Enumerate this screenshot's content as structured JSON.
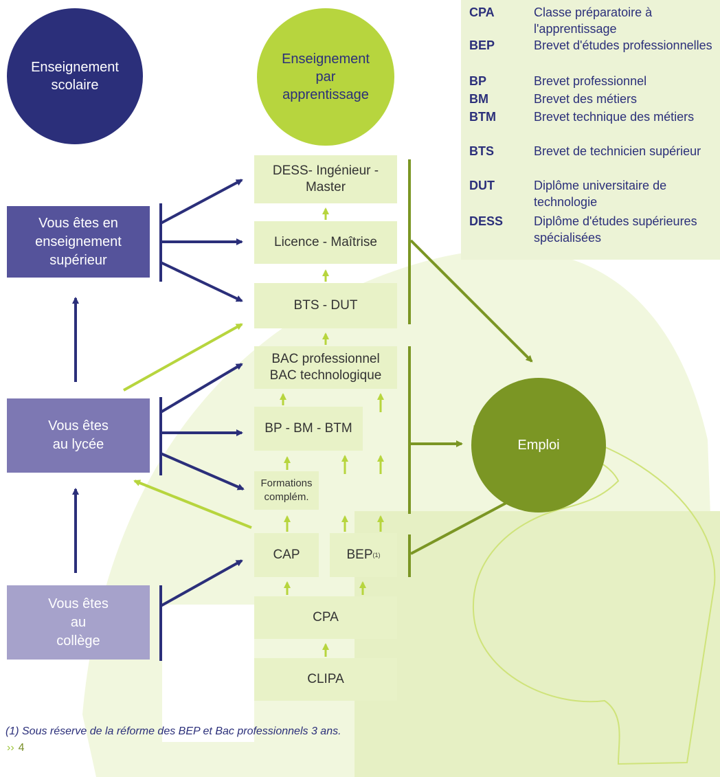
{
  "colors": {
    "navy": "#2b2f7a",
    "lime": "#b7d53e",
    "olive": "#7b9624",
    "light_green": "#e8f2c7",
    "purple_dark": "#55539b",
    "purple_mid": "#7d78b3",
    "purple_light": "#a6a2cb"
  },
  "circles": {
    "scolaire": "Enseignement scolaire",
    "apprentissage": "Enseignement par apprentissage",
    "emploi": "Emploi"
  },
  "students": {
    "superieur": "Vous êtes en enseignement supérieur",
    "lycee": "Vous êtes au lycée",
    "college": "Vous êtes au collège"
  },
  "levels": {
    "dess": "DESS- Ingénieur - Master",
    "licence": "Licence - Maîtrise",
    "bts": "BTS - DUT",
    "bac": "BAC professionnel BAC technologique",
    "bp": "BP - BM - BTM",
    "formations": "Formations complém.",
    "cap": "CAP",
    "bep": "BEP",
    "bep_note": "(1)",
    "cpa": "CPA",
    "clipa": "CLIPA"
  },
  "glossary": [
    {
      "abbr": "CPA",
      "def": "Classe préparatoire à l'apprentissage"
    },
    {
      "abbr": "BEP",
      "def": "Brevet d'études professionnelles"
    },
    {
      "abbr": "BP",
      "def": "Brevet professionnel"
    },
    {
      "abbr": "BM",
      "def": "Brevet des métiers"
    },
    {
      "abbr": "BTM",
      "def": "Brevet technique des métiers"
    },
    {
      "abbr": "BTS",
      "def": "Brevet de technicien supérieur"
    },
    {
      "abbr": "DUT",
      "def": "Diplôme universitaire de technologie"
    },
    {
      "abbr": "DESS",
      "def": "Diplôme d'études supérieures spécialisées"
    }
  ],
  "footnote": "(1) Sous réserve de la réforme des BEP et Bac professionnels 3 ans.",
  "page": {
    "chevron": "››",
    "number": "4"
  }
}
